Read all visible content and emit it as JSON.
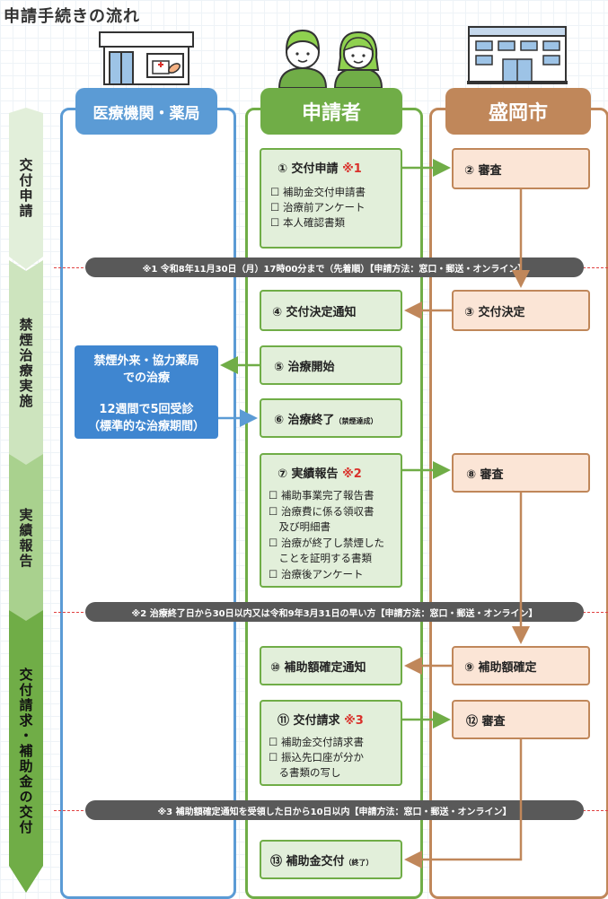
{
  "title": "申請手続きの流れ",
  "lanes": {
    "medical": "医療機関・薬局",
    "applicant": "申請者",
    "city": "盛岡市"
  },
  "phases": [
    "交付申請",
    "禁煙治療実施",
    "実績報告",
    "交付請求・補助金の交付"
  ],
  "steps": {
    "s1": {
      "title": "① 交付申請",
      "mark": "※1",
      "items": [
        "☐ 補助金交付申請書",
        "☐ 治療前アンケート",
        "☐ 本人確認書類"
      ]
    },
    "s2": "② 審査",
    "s3": "③ 交付決定",
    "s4": "④ 交付決定通知",
    "s5": "⑤ 治療開始",
    "s6": {
      "title": "⑥ 治療終了",
      "small": "（禁煙達成）"
    },
    "s7": {
      "title": "⑦ 実績報告",
      "mark": "※2",
      "items": [
        "☐ 補助事業完了報告書",
        "☐ 治療費に係る領収書",
        "　及び明細書",
        "☐ 治療が終了し禁煙した",
        "　ことを証明する書類",
        "☐ 治療後アンケート"
      ]
    },
    "s8": "⑧ 審査",
    "s9": "⑨ 補助額確定",
    "s10": "⑩ 補助額確定通知",
    "s11": {
      "title": "⑪ 交付請求",
      "mark": "※3",
      "items": [
        "☐ 補助金交付請求書",
        "☐ 振込先口座が分か",
        "　る書類の写し"
      ]
    },
    "s12": "⑫ 審査",
    "s13": {
      "title": "⑬ 補助金交付",
      "small": "（終了）"
    }
  },
  "medical_box": {
    "line1": "禁煙外来・協力薬局",
    "line2": "での治療",
    "line3": "12週間で5回受診",
    "line4": "（標準的な治療期間）"
  },
  "notes": {
    "n1": "※1 令和8年11月30日（月）17時00分まで（先着順）【申請方法：窓口・郵送・オンライン】",
    "n2": "※2 治療終了日から30日以内又は令和9年3月31日の早い方【申請方法：窓口・郵送・オンライン】",
    "n3": "※3 補助額確定通知を受領した日から10日以内【申請方法：窓口・郵送・オンライン】"
  },
  "colors": {
    "medical": "#5b9bd5",
    "applicant": "#70ad47",
    "city": "#c0875a",
    "note": "#595959",
    "mark": "#d9312b"
  }
}
